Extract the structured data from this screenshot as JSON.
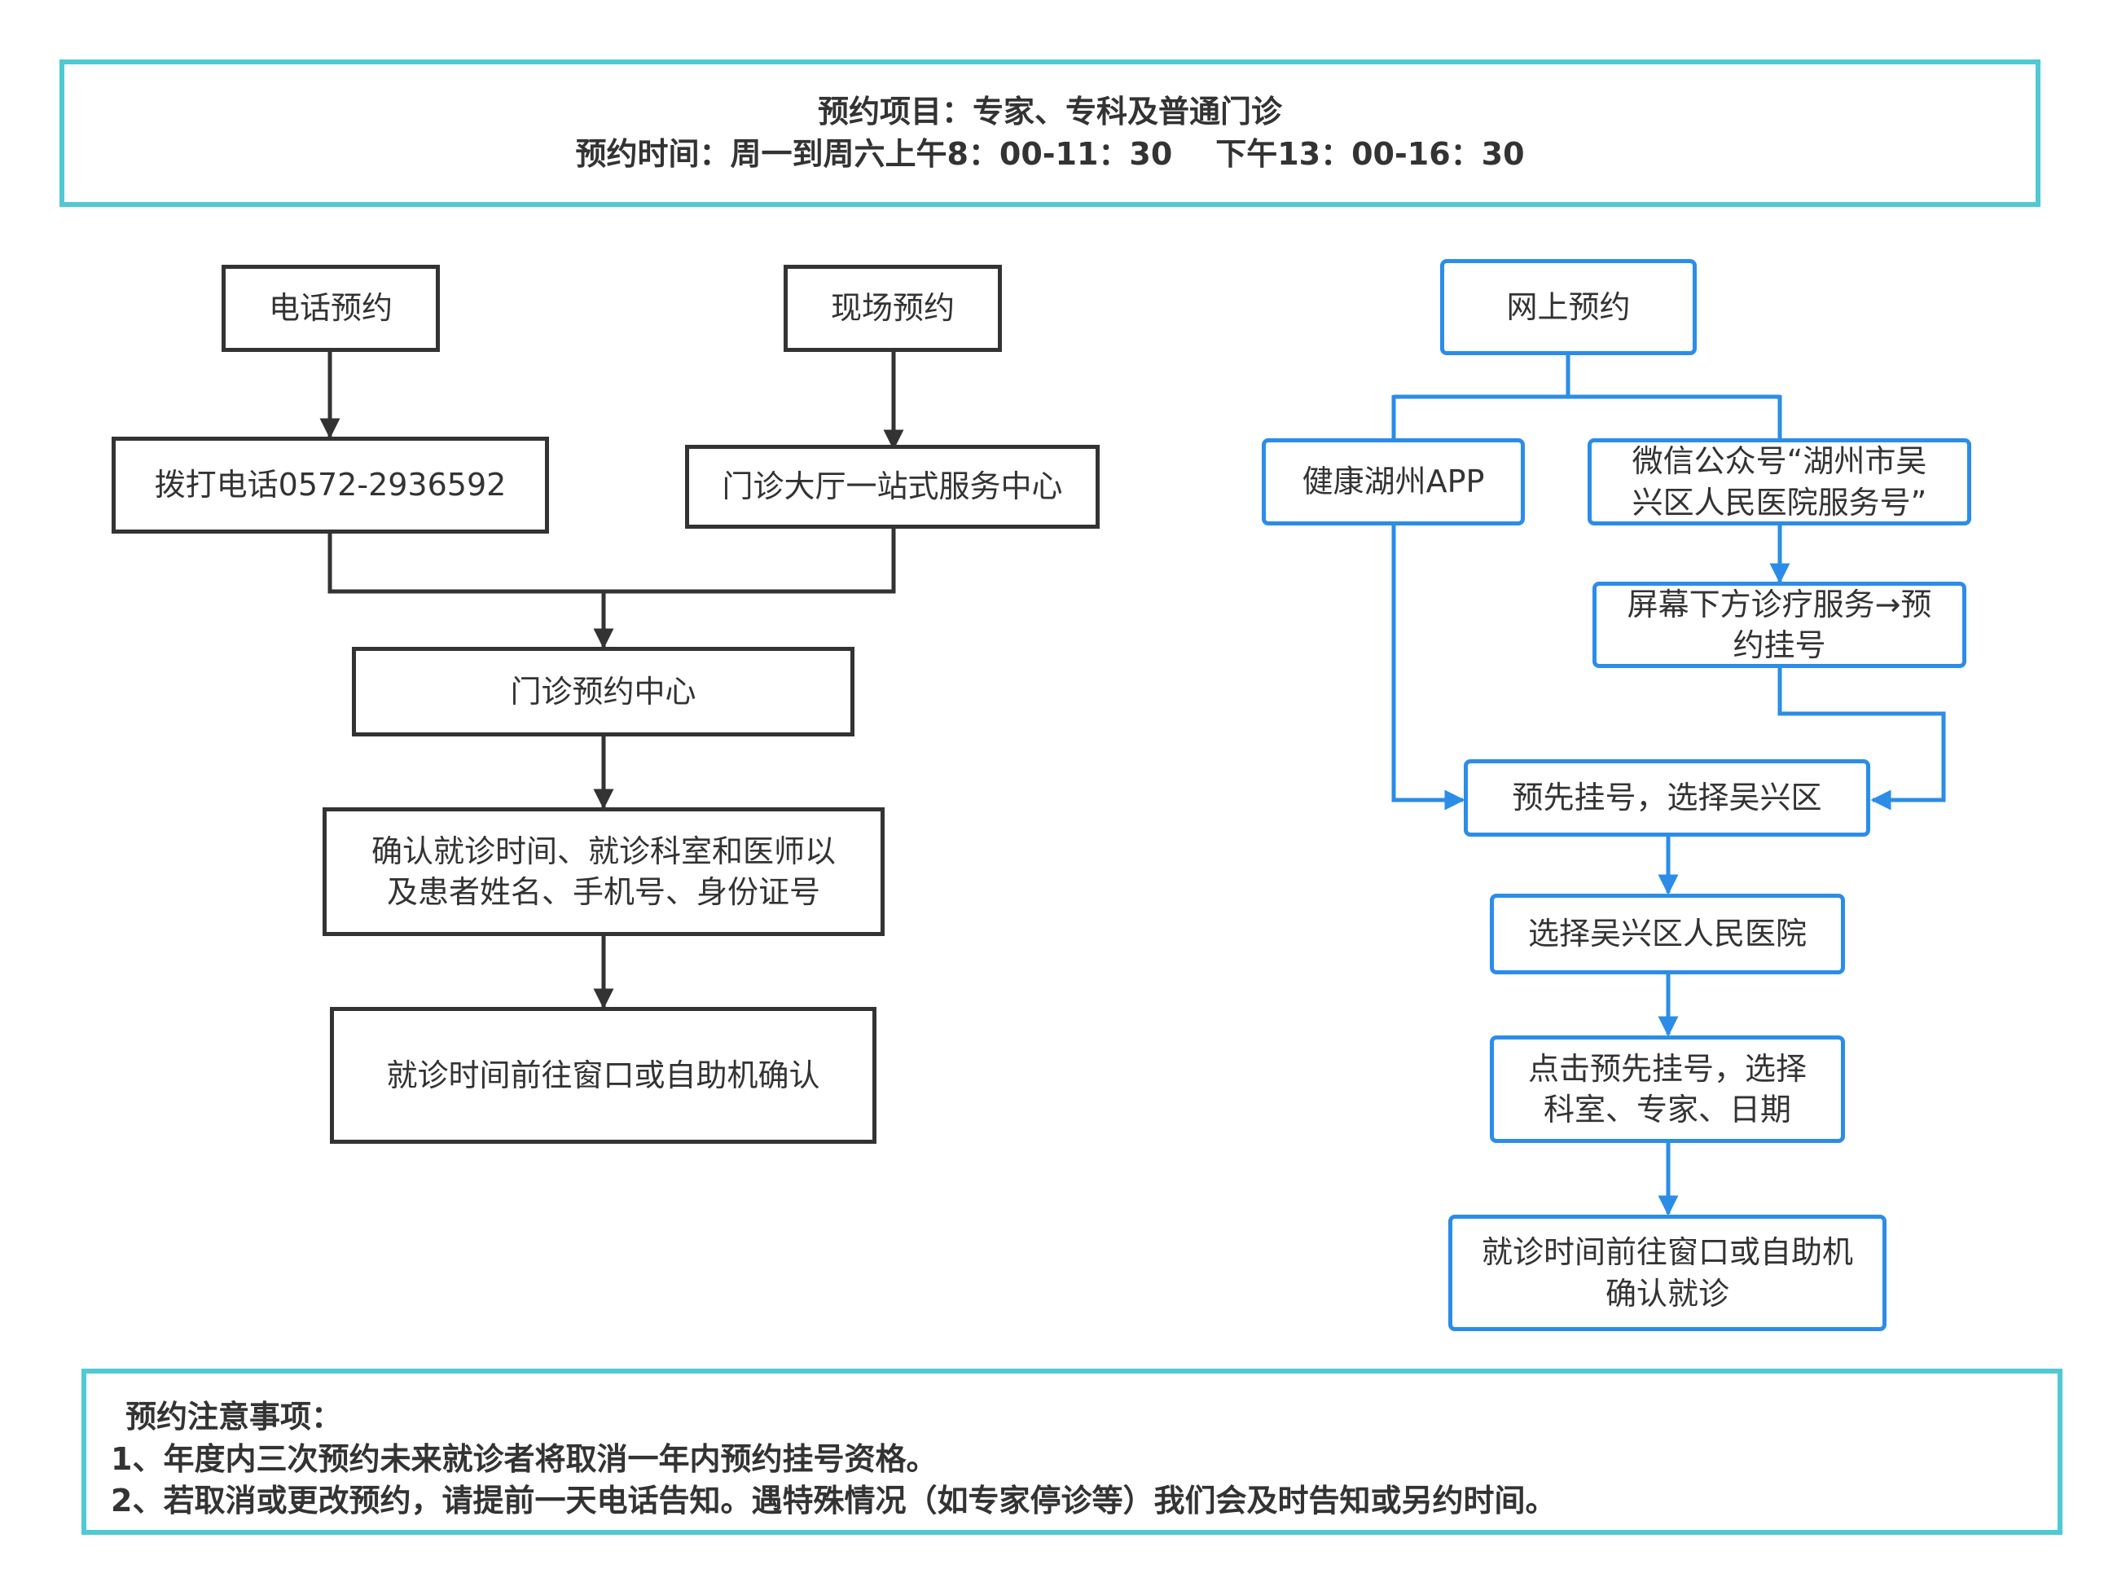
{
  "header": {
    "line1": "预约项目：专家、专科及普通门诊",
    "line2": "预约时间：周一到周六上午8：00-11：30    下午13：00-16：30"
  },
  "offline_flow": {
    "phone_booking": "电话预约",
    "onsite_booking": "现场预约",
    "dial_phone": "拨打电话0572-2936592",
    "one_stop_center": "门诊大厅一站式服务中心",
    "booking_center": "门诊预约中心",
    "confirm_info": "确认就诊时间、就诊科室和医师以\n及患者姓名、手机号、身份证号",
    "visit_confirm": "就诊时间前往窗口或自助机确认"
  },
  "online_flow": {
    "online_booking": "网上预约",
    "health_app": "健康湖州APP",
    "wechat_account": "微信公众号“湖州市吴\n兴区人民医院服务号”",
    "screen_menu": "屏幕下方诊疗服务→预\n约挂号",
    "pre_register": "预先挂号，选择吴兴区",
    "select_hospital": "选择吴兴区人民医院",
    "select_dept": "点击预先挂号，选择\n科室、专家、日期",
    "visit_confirm": "就诊时间前往窗口或自助机\n确认就诊"
  },
  "notes": {
    "title": "预约注意事项：",
    "item1": "1、年度内三次预约未来就诊者将取消一年内预约挂号资格。",
    "item2": "2、若取消或更改预约，请提前一天电话告知。遇特殊情况（如专家停诊等）我们会及时告知或另约时间。"
  },
  "colors": {
    "banner_border": "#4fc9d3",
    "dark_border": "#333333",
    "blue_border": "#2b8de8",
    "text": "#333333"
  }
}
